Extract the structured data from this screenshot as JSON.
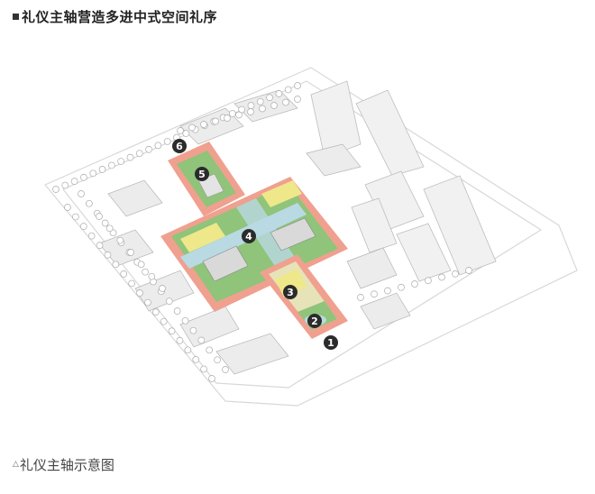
{
  "heading": {
    "text": "礼仪主轴营造多进中式空间礼序"
  },
  "figure": {
    "caption": "礼仪主轴示意图",
    "caption_prefix_icon": "triangle-icon",
    "markers": [
      "1",
      "2",
      "3",
      "4",
      "5",
      "6"
    ],
    "colors": {
      "lawn": "#8fc47a",
      "edge": "#f0a08f",
      "water": "#b9d9e3",
      "accent_yellow": "#eee88a",
      "marker": "#2b2b2b"
    }
  }
}
